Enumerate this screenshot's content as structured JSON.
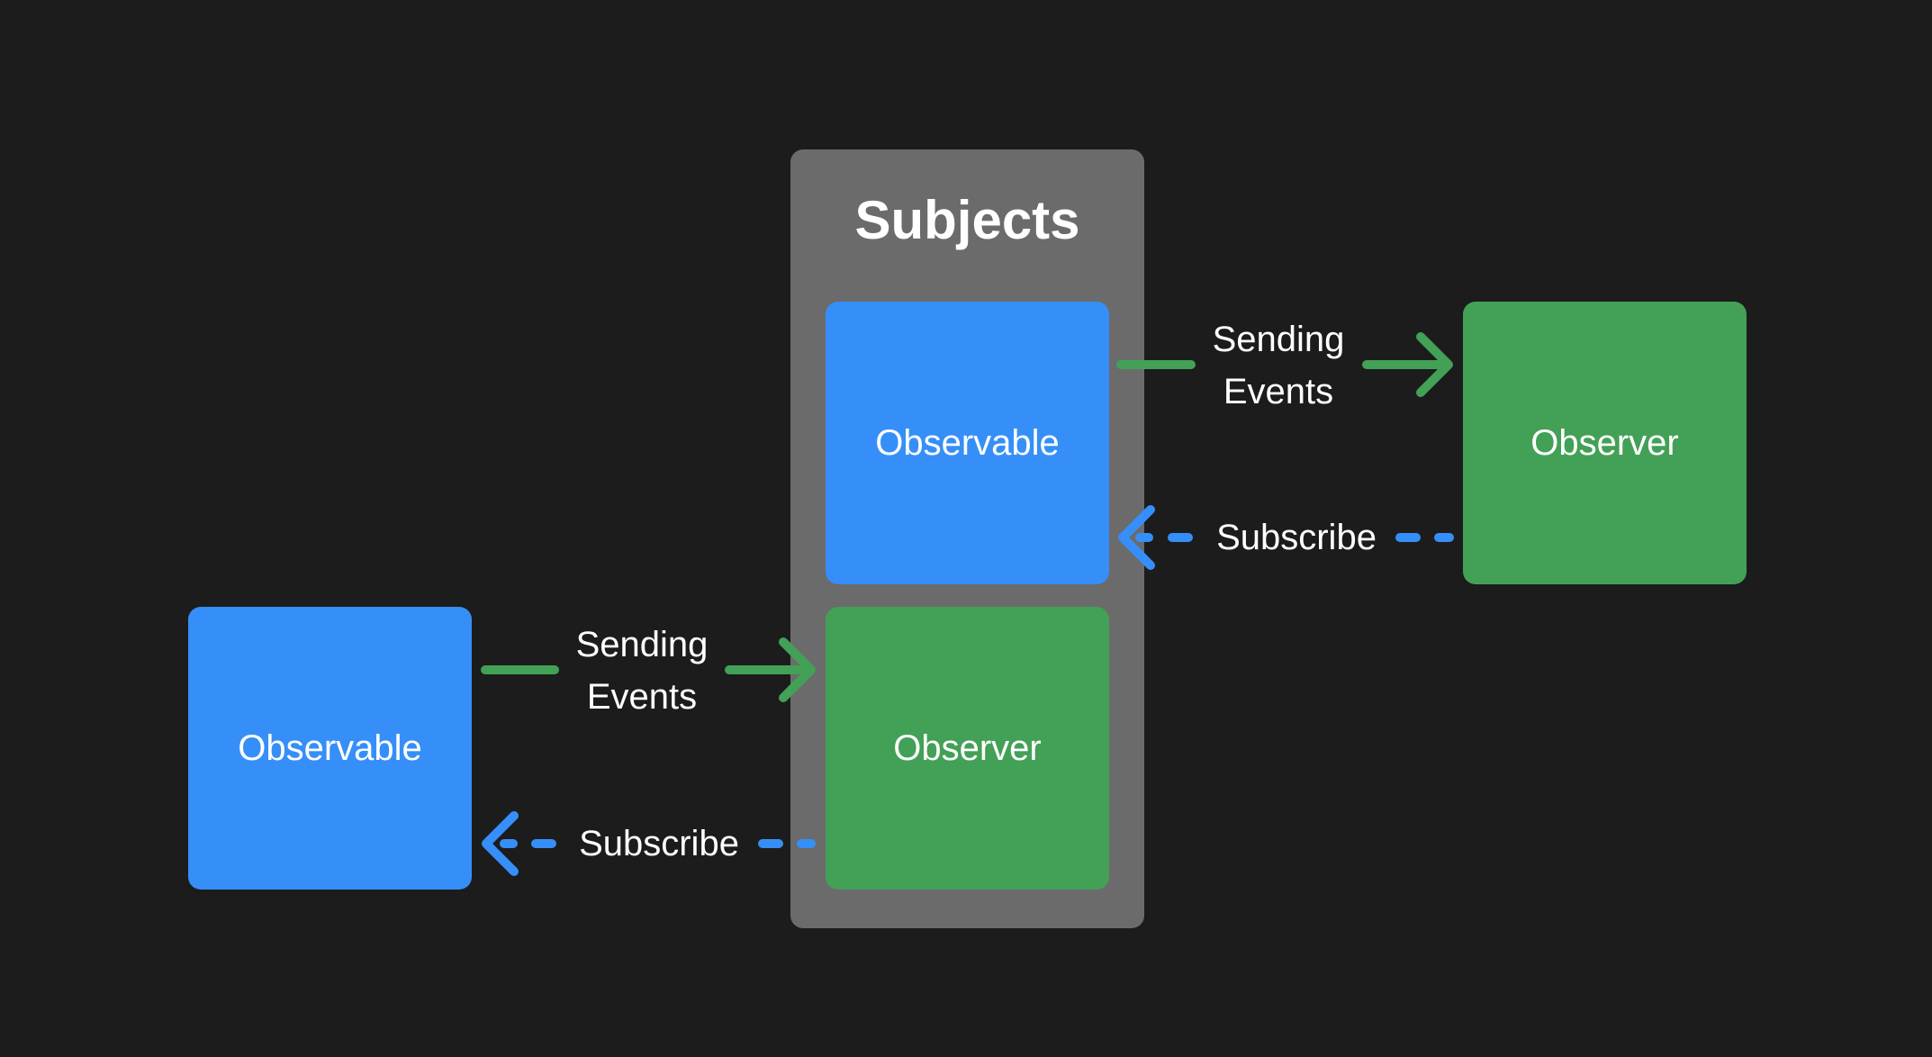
{
  "subjects": {
    "title": "Subjects",
    "observable_label": "Observable",
    "observer_label": "Observer"
  },
  "left_observable": {
    "label": "Observable"
  },
  "right_observer": {
    "label": "Observer"
  },
  "edges": {
    "top_sending_line1": "Sending",
    "top_sending_line2": "Events",
    "top_subscribe": "Subscribe",
    "bottom_sending_line1": "Sending",
    "bottom_sending_line2": "Events",
    "bottom_subscribe": "Subscribe"
  },
  "colors": {
    "background": "#1c1c1c",
    "panel": "#6b6b6b",
    "observable": "#368ff8",
    "observer": "#43a057",
    "text": "#ffffff"
  }
}
